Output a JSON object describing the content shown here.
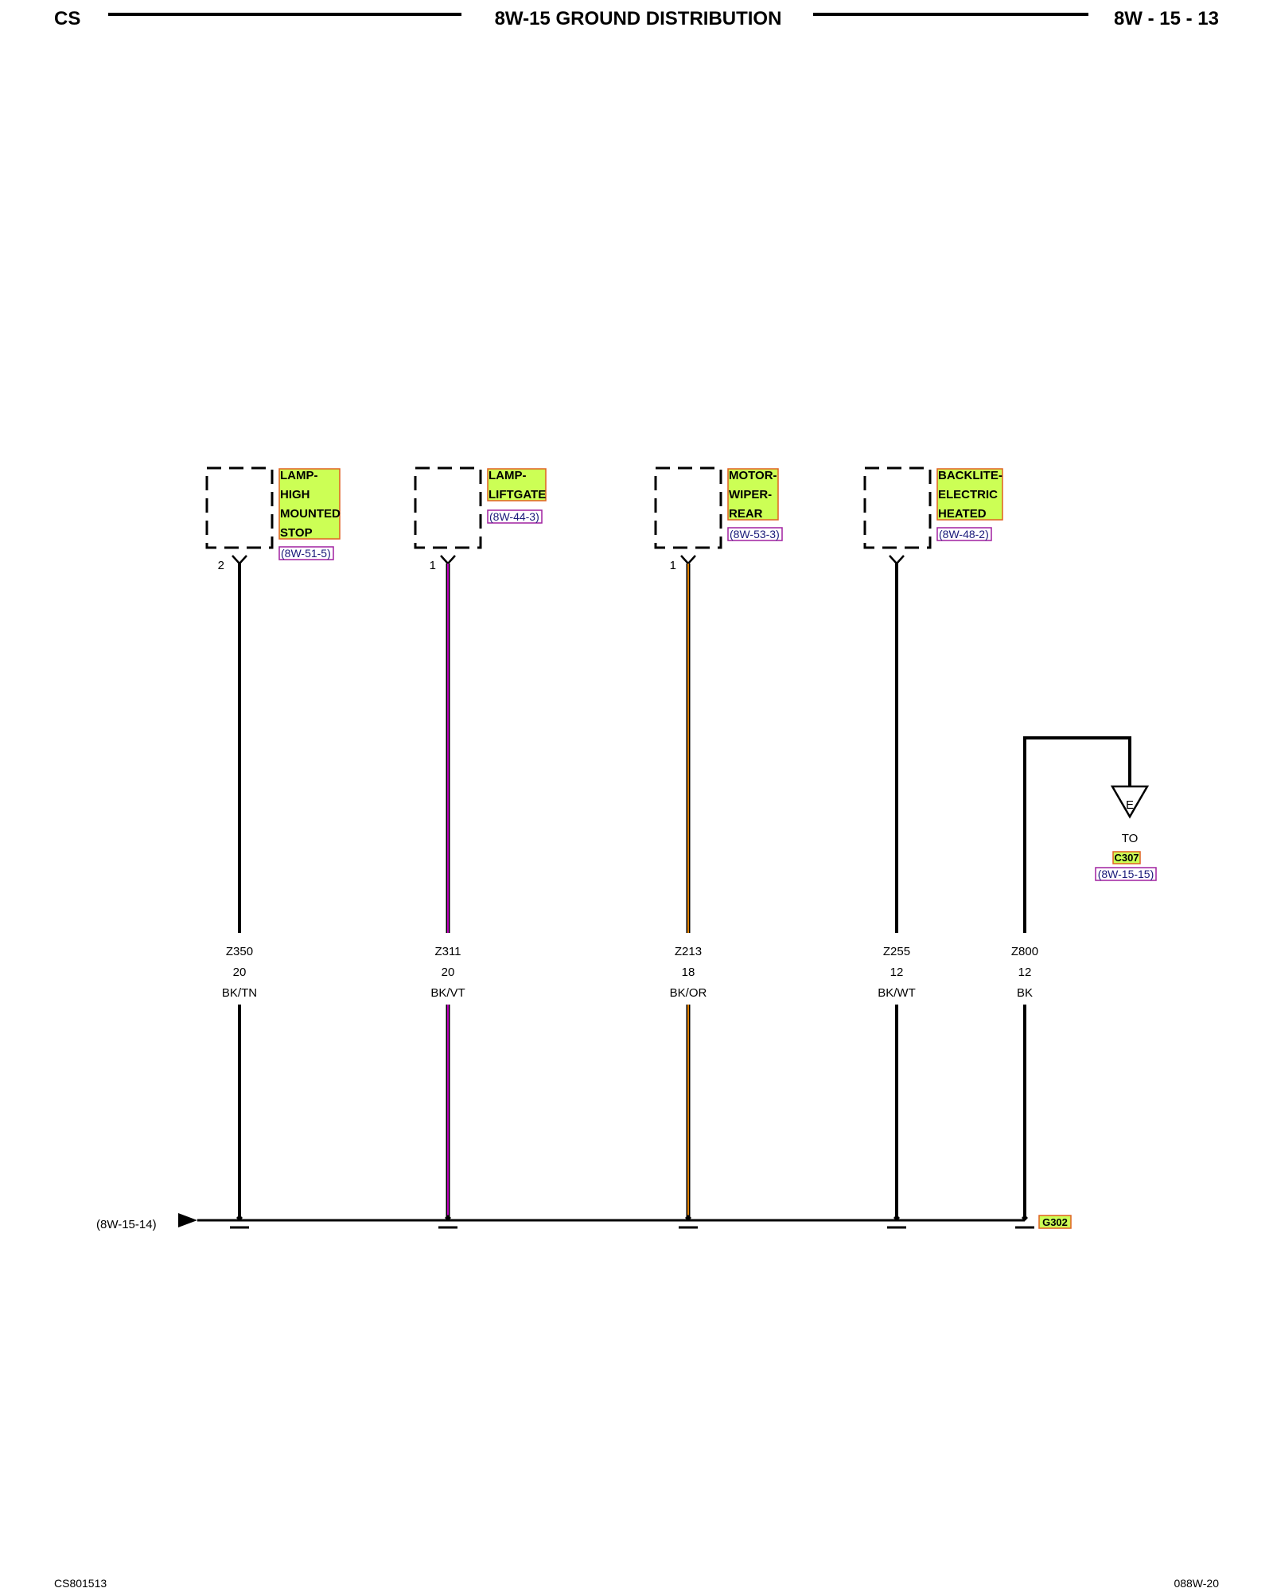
{
  "header": {
    "left": "CS",
    "title": "8W-15 GROUND DISTRIBUTION",
    "right": "8W - 15 - 13"
  },
  "footer": {
    "left": "CS801513",
    "right": "088W-20"
  },
  "components": [
    {
      "lines": [
        "LAMP-",
        "HIGH",
        "MOUNTED",
        "STOP"
      ],
      "ref": "(8W-51-5)",
      "pin": "2"
    },
    {
      "lines": [
        "LAMP-",
        "LIFTGATE"
      ],
      "ref": "(8W-44-3)",
      "pin": "1"
    },
    {
      "lines": [
        "MOTOR-",
        "WIPER-",
        "REAR"
      ],
      "ref": "(8W-53-3)",
      "pin": "1"
    },
    {
      "lines": [
        "BACKLITE-",
        "ELECTRIC",
        "HEATED"
      ],
      "ref": "(8W-48-2)",
      "pin": ""
    }
  ],
  "wires": [
    {
      "circuit": "Z350",
      "gauge": "20",
      "color": "BK/TN",
      "tracer": ""
    },
    {
      "circuit": "Z311",
      "gauge": "20",
      "color": "BK/VT",
      "tracer": "#c000c0"
    },
    {
      "circuit": "Z213",
      "gauge": "18",
      "color": "BK/OR",
      "tracer": "#e08000"
    },
    {
      "circuit": "Z255",
      "gauge": "12",
      "color": "BK/WT",
      "tracer": ""
    },
    {
      "circuit": "Z800",
      "gauge": "12",
      "color": "BK",
      "tracer": ""
    }
  ],
  "connector": {
    "letter": "E",
    "to": "TO",
    "name": "C307",
    "ref": "(8W-15-15)"
  },
  "ground": {
    "name": "G302",
    "from_ref": "(8W-15-14)"
  },
  "colors": {
    "label_fill": "#ccff55",
    "label_border": "#e06020",
    "ref_border": "#a020a0",
    "violet": "#c000c0",
    "orange": "#e08000"
  }
}
